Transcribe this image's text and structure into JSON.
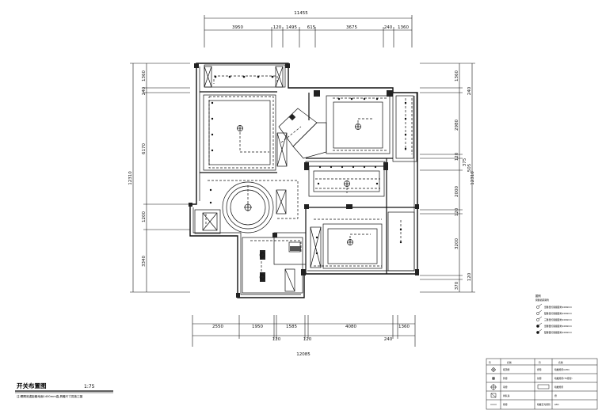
{
  "drawing": {
    "title": "开关布置图",
    "scale": "1:75",
    "subtitle": "注:開關底邊距離地面1400mm高,具體尺寸見施工圖"
  },
  "dimensions": {
    "top_total": "11455",
    "top_segments": [
      "3950",
      "120",
      "1495",
      "615",
      "3675",
      "240",
      "1360"
    ],
    "bottom_segments": [
      "2550",
      "1950",
      "1585",
      "4080",
      "1360"
    ],
    "bottom_small": [
      "120",
      "120",
      "240"
    ],
    "bottom_total": "12085",
    "left_total": "12310",
    "left_segments": [
      "1360",
      "240",
      "6170",
      "1200",
      "3340"
    ],
    "right_total": "12310",
    "right_segments": [
      "1360",
      "240",
      "2980",
      "120",
      "505",
      "2000",
      "120",
      "3200",
      "120",
      "370"
    ],
    "right_small": "375"
  },
  "legend": {
    "heading": "圖例",
    "sub": "開關插座圖例",
    "items": [
      "單聯單控開關距地1400mm",
      "雙聯單控開關距地1400mm",
      "三聯單控開關距地1400mm",
      "單聯雙控開關距地1400mm",
      "雙聯雙控開關距地1400mm"
    ]
  },
  "symbol_table": {
    "header": [
      "符",
      "名稱",
      "符",
      "名稱"
    ],
    "rows": [
      [
        "吸頂燈",
        "燈帶",
        "暗藏燈帶(LED)"
      ],
      [
        "筒燈",
        "射燈",
        "暗藏燈帶(T5燈管)"
      ],
      [
        "吊燈",
        "",
        "暗藏燈帶"
      ],
      [
        "排氣扇",
        "",
        "燈"
      ],
      [
        "壁燈",
        "暗藏日光燈管",
        "LED"
      ]
    ]
  }
}
